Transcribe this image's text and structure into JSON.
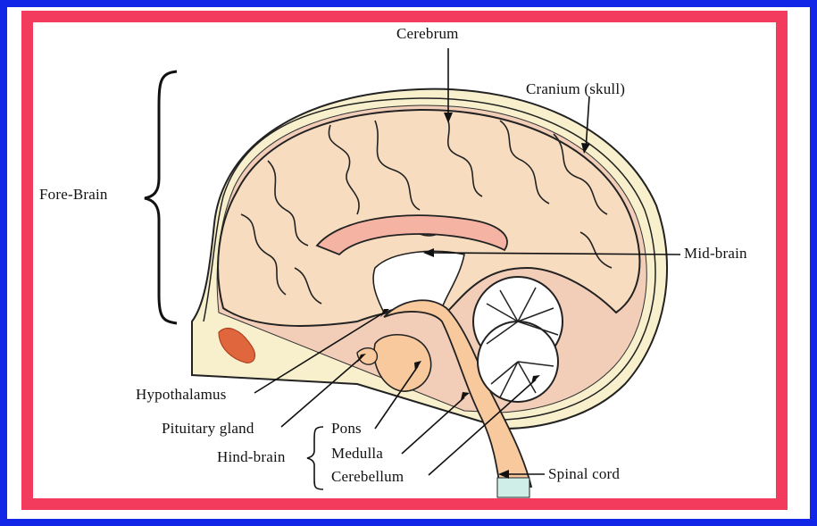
{
  "labels": {
    "cerebrum": "Cerebrum",
    "cranium": "Cranium (skull)",
    "fore_brain": "Fore-Brain",
    "mid_brain": "Mid-brain",
    "hypothalamus": "Hypothalamus",
    "pituitary": "Pituitary gland",
    "hind_brain": "Hind-brain",
    "pons": "Pons",
    "medulla": "Medulla",
    "cerebellum": "Cerebellum",
    "spinal_cord": "Spinal cord"
  },
  "colors": {
    "outer_border": "#1226e8",
    "inner_border": "#f23b5d",
    "brain_fill": "#f7dcc0",
    "skull_fill": "#f8f0cc",
    "brainstem_fill": "#f9c99e",
    "corpus_callosum": "#f5b3a3",
    "eye_socket": "#e0663e"
  }
}
